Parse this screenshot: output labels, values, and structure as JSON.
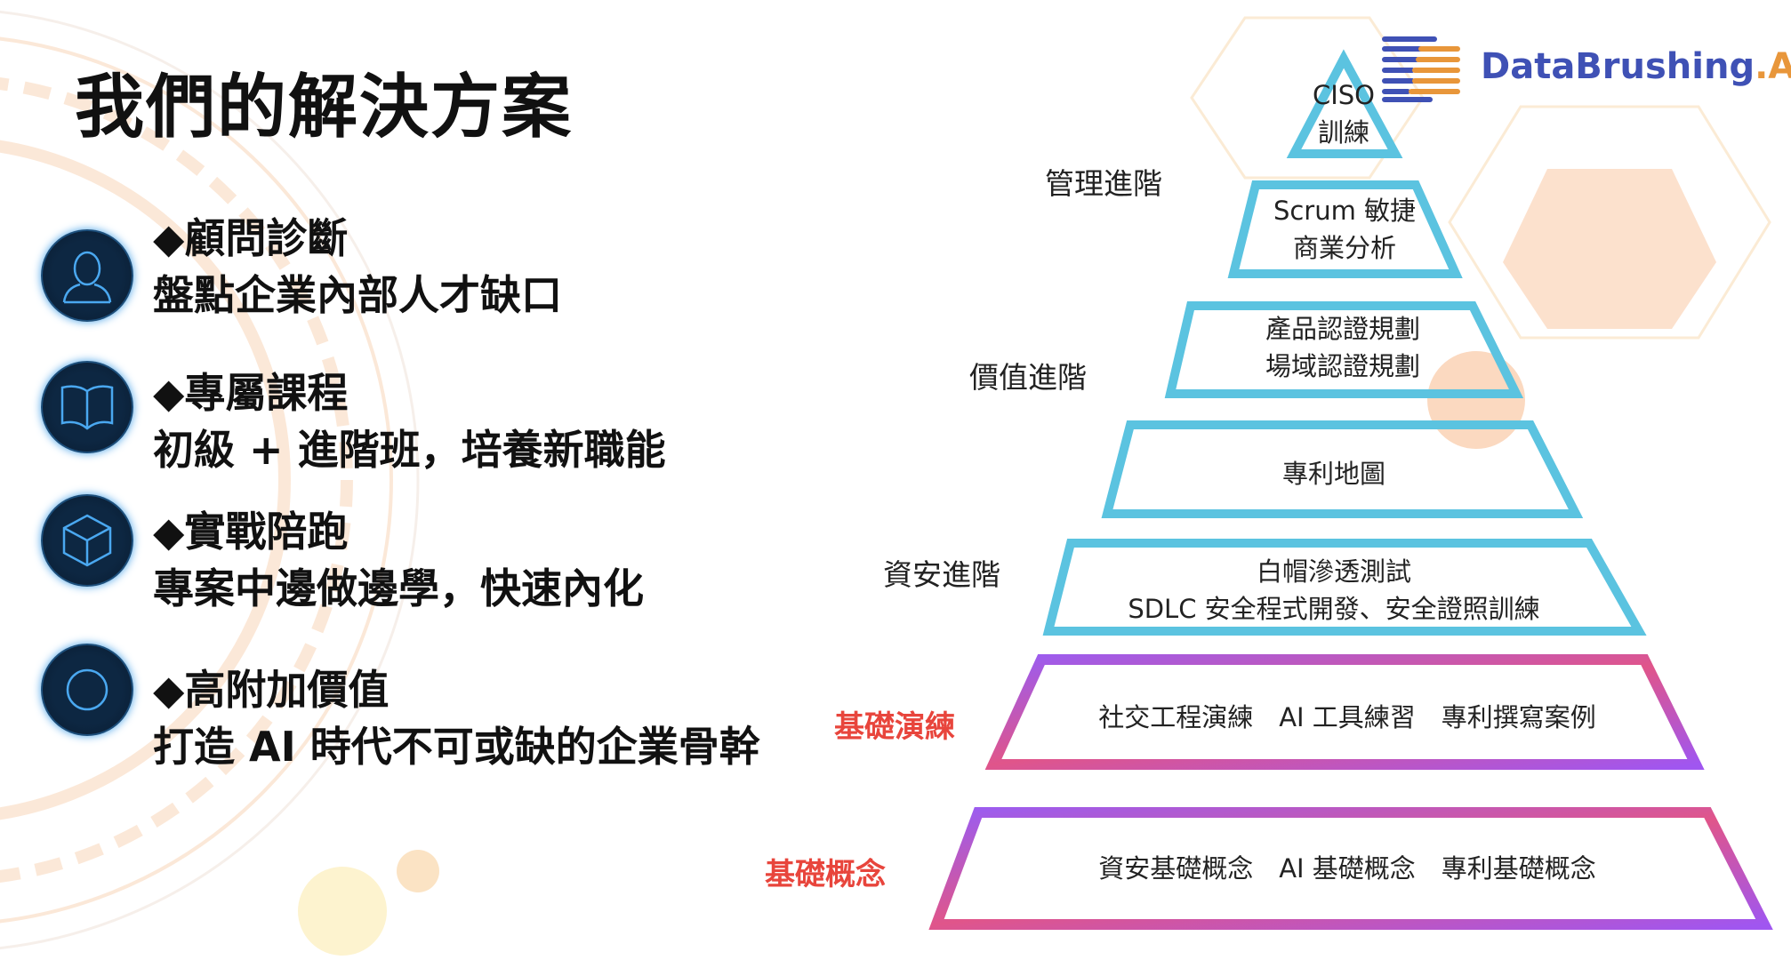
{
  "title": "我們的解決方案",
  "logo": {
    "name": "DataBrushing",
    "suffix": ".AI",
    "primary_color": "#3f51b5",
    "accent_color": "#e8963a"
  },
  "solutions": [
    {
      "icon": "person-icon",
      "heading": "◆顧問診斷",
      "text": "盤點企業內部人才缺口"
    },
    {
      "icon": "book-icon",
      "heading": "◆專屬課程",
      "text": "初級 + 進階班，培養新職能"
    },
    {
      "icon": "cube-icon",
      "heading": "◆實戰陪跑",
      "text": "專案中邊做邊學，快速內化"
    },
    {
      "icon": "circle-icon",
      "heading": "◆高附加價值",
      "text": "打造 AI 時代不可或缺的企業骨幹"
    }
  ],
  "pyramid": {
    "tiers": [
      {
        "lines": [
          "CISO",
          "訓練"
        ]
      },
      {
        "lines": [
          "Scrum 敏捷",
          "商業分析"
        ]
      },
      {
        "lines": [
          "產品認證規劃",
          "場域認證規劃"
        ]
      },
      {
        "lines": [
          "專利地圖"
        ]
      },
      {
        "lines": [
          "白帽滲透測試",
          "SDLC 安全程式開發、安全證照訓練"
        ]
      },
      {
        "lines": [
          "社交工程演練　AI 工具練習　專利撰寫案例"
        ]
      },
      {
        "lines": [
          "資安基礎概念　AI 基礎概念　專利基礎概念"
        ]
      }
    ],
    "side_labels": [
      "管理進階",
      "價值進階",
      "資安進階",
      "基礎演練",
      "基礎概念"
    ],
    "tier_color": "#5bc3e0",
    "highlight_color": "#e8453c"
  }
}
